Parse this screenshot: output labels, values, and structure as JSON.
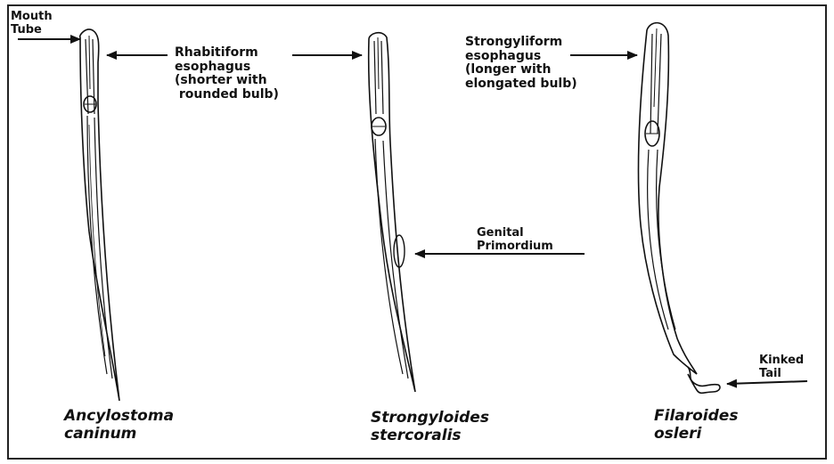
{
  "labels": {
    "mouth_tube": "Mouth\nTube",
    "rhabditiform": "Rhabitiform\nesophagus\n(shorter with\n rounded bulb)",
    "strongyliform": "Strongyliform\nesophagus\n(longer with\nelongated bulb)",
    "genital_primordium": "Genital\nPrimordium",
    "kinked_tail": "Kinked\nTail"
  },
  "species": {
    "ancylostoma": "Ancylostoma\ncaninum",
    "strongyloides": "Strongyloides\nstercoralis",
    "filaroides": "Filaroides\nosleri"
  },
  "colors": {
    "ink": "#111111",
    "frame": "#222222",
    "background": "#ffffff"
  }
}
